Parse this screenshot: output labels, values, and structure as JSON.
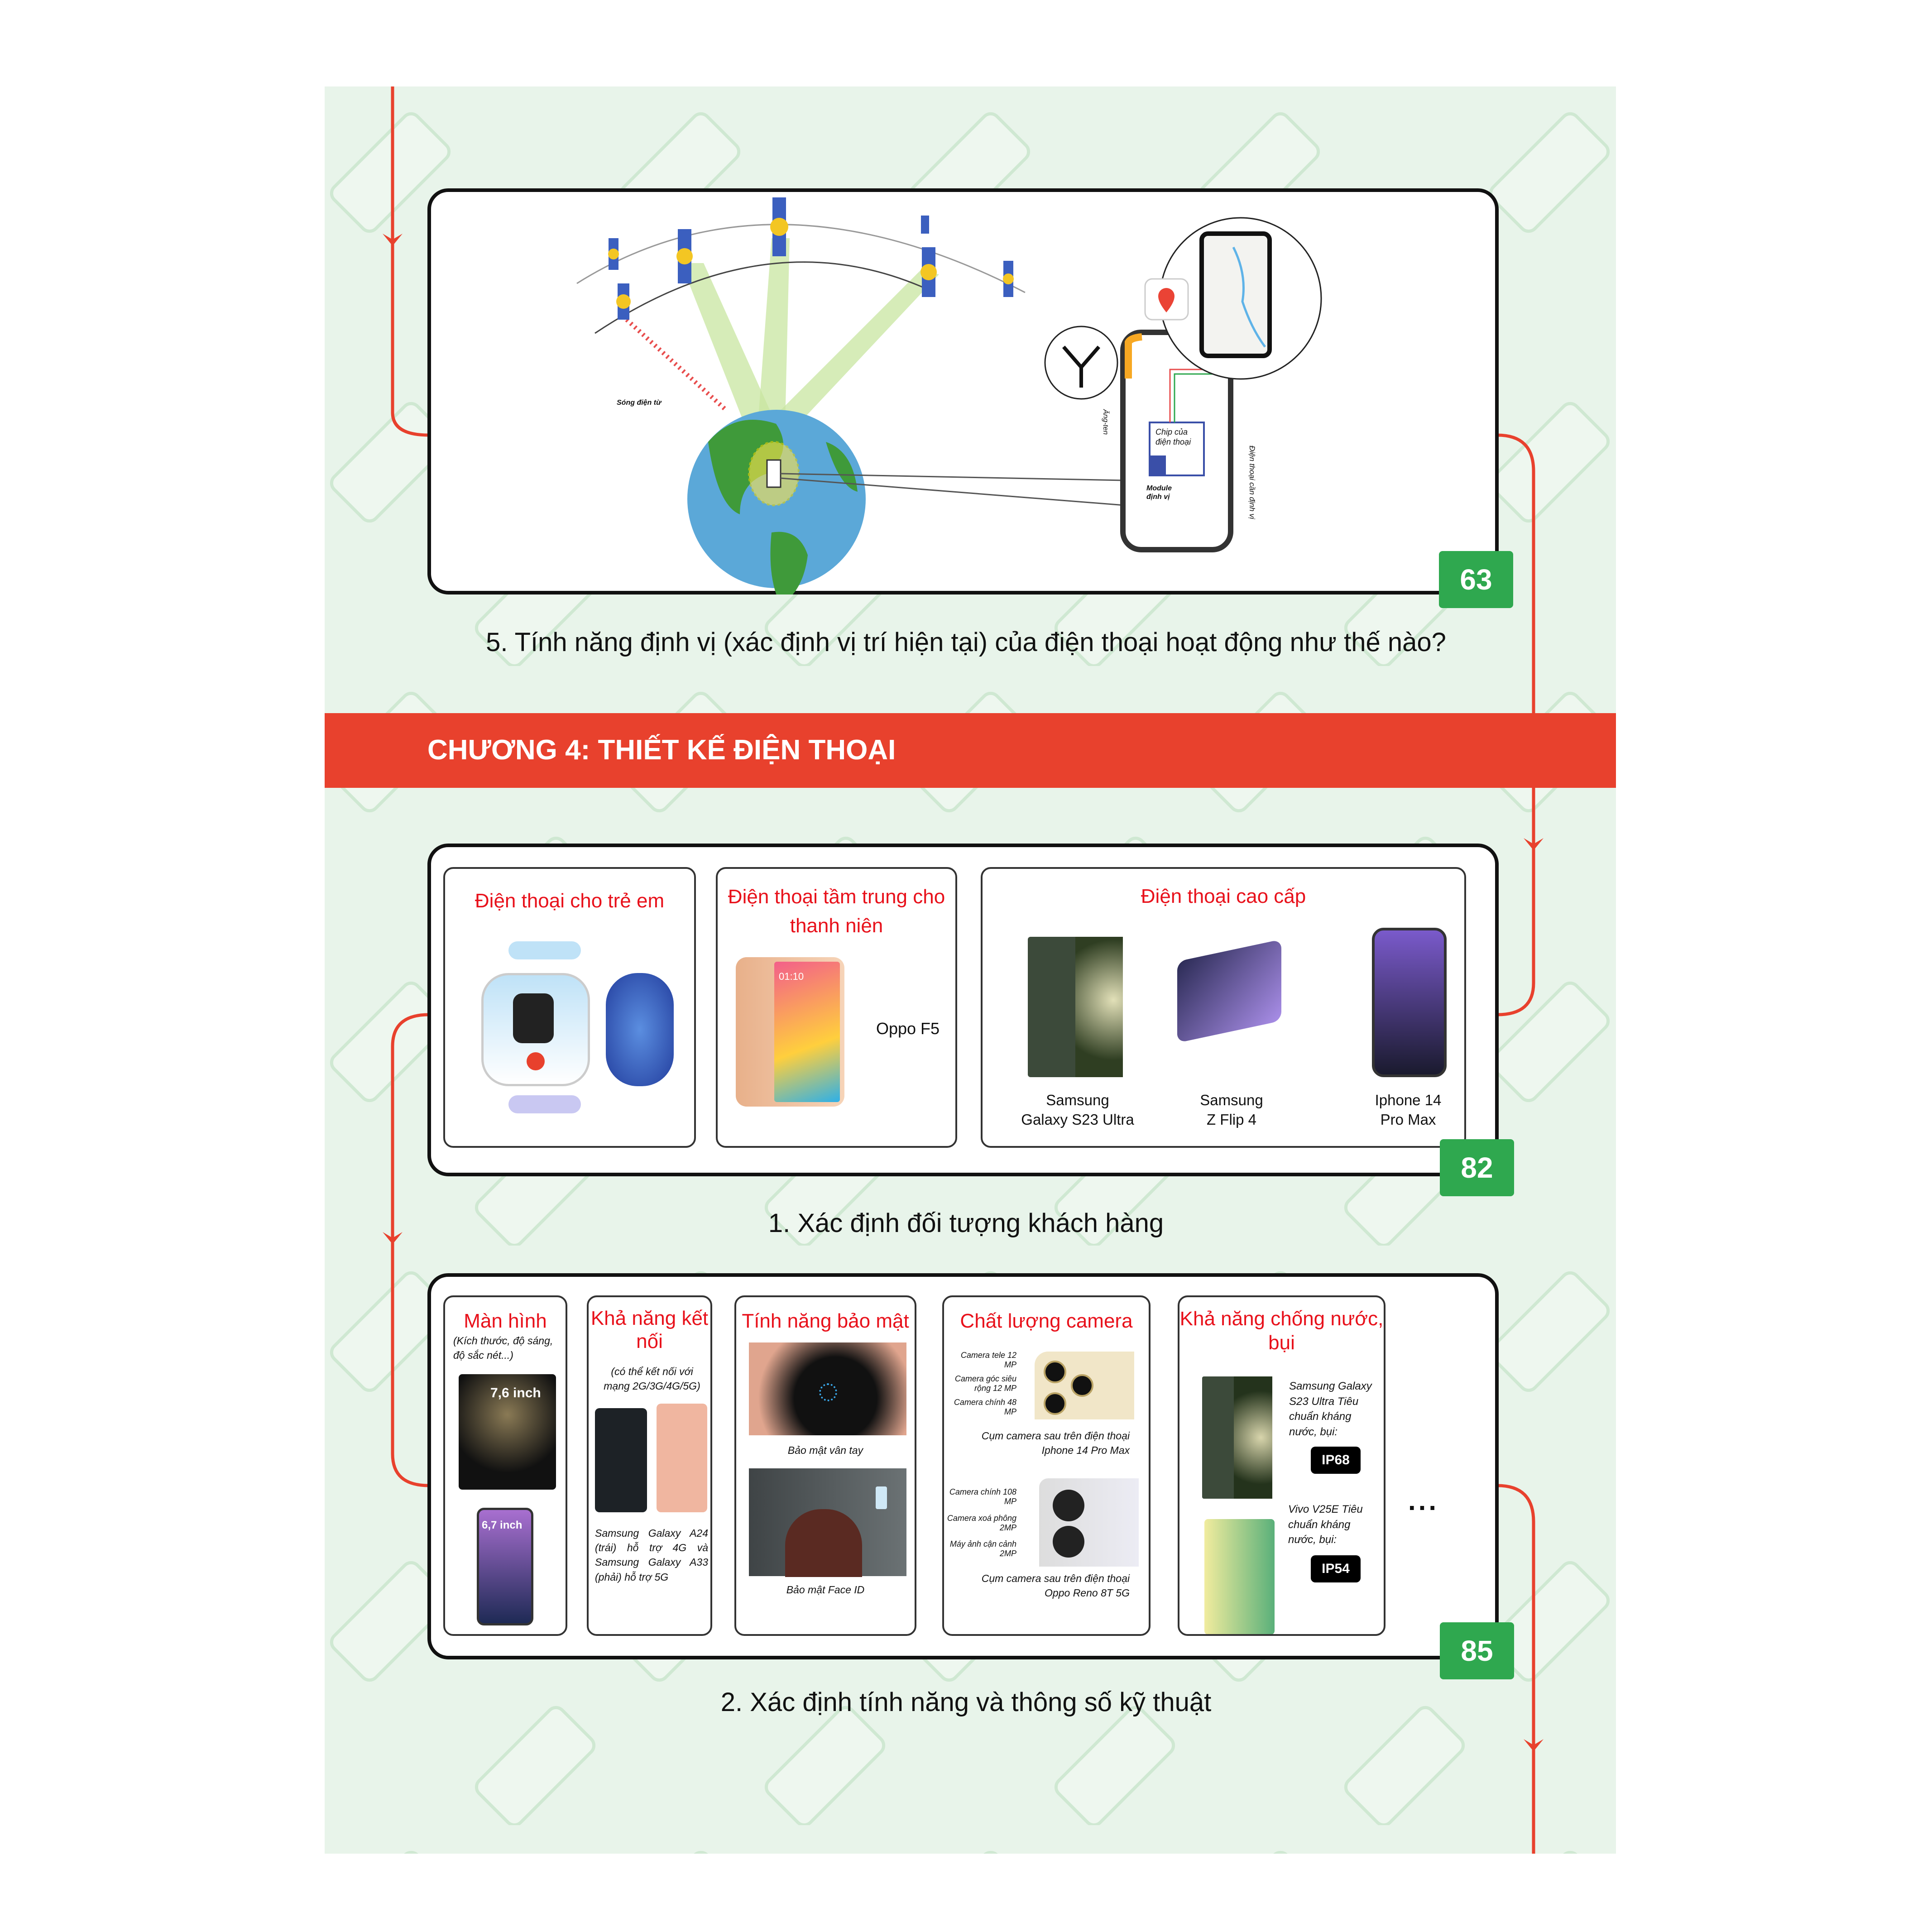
{
  "section1": {
    "badge": "63",
    "question": "5. Tính năng định vị (xác định vị trí hiện tại) của điện thoại hoạt động như thế nào?",
    "diagram": {
      "wave_label": "Sóng điện từ",
      "antenna_label": "Ăng-ten",
      "chip_label": "Chip của điện thoại",
      "module_label": "Module định vị",
      "phone_label": "Điện thoại cần định vị"
    }
  },
  "chapter_banner": "CHƯƠNG 4: THIẾT KẾ ĐIỆN THOẠI",
  "section2": {
    "badge": "82",
    "caption": "1. Xác định đối tượng khách hàng",
    "panels": [
      {
        "title": "Điện thoại cho trẻ em"
      },
      {
        "title": "Điện thoại tầm trung cho thanh niên",
        "phone": "Oppo F5",
        "screen_time": "01:10"
      },
      {
        "title": "Điện thoại cao cấp",
        "phones": [
          {
            "line1": "Samsung",
            "line2": "Galaxy S23 Ultra"
          },
          {
            "line1": "Samsung",
            "line2": "Z Flip 4"
          },
          {
            "line1": "Iphone 14",
            "line2": "Pro Max"
          }
        ]
      }
    ]
  },
  "section3": {
    "badge": "85",
    "caption": "2. Xác định tính năng và thông số kỹ thuật",
    "more": "...",
    "screen": {
      "title": "Màn hình",
      "note": "(Kích thước, độ sáng, độ sắc nét...)",
      "size1": "7,6 inch",
      "size2": "6,7 inch"
    },
    "connect": {
      "title": "Khả năng kết nối",
      "note": "(có thể kết nối với mạng 2G/3G/4G/5G)",
      "desc": "Samsung Galaxy A24 (trái) hỗ trợ 4G và Samsung Galaxy A33 (phải) hỗ trợ 5G"
    },
    "security": {
      "title": "Tính năng bảo mật",
      "fingerprint": "Bảo mật vân tay",
      "faceid": "Bảo mật Face ID"
    },
    "camera": {
      "title": "Chất lượng camera",
      "iphone_labels": [
        "Camera tele 12 MP",
        "Camera góc siêu rộng 12 MP",
        "Camera chính 48 MP"
      ],
      "iphone_caption": "Cụm camera sau trên điện thoại Iphone 14 Pro Max",
      "oppo_labels": [
        "Camera chính 108 MP",
        "Camera xoá phông 2MP",
        "Máy ảnh cận cảnh 2MP"
      ],
      "oppo_caption": "Cụm camera sau trên điện thoại Oppo Reno 8T 5G"
    },
    "water": {
      "title": "Khả năng chống nước, bụi",
      "items": [
        {
          "desc": "Samsung Galaxy S23 Ultra Tiêu chuẩn kháng nước, bụi:",
          "rating": "IP68"
        },
        {
          "desc": "Vivo V25E Tiêu chuẩn kháng nước, bụi:",
          "rating": "IP54"
        }
      ]
    }
  },
  "colors": {
    "accent_red": "#e8412d",
    "badge_green": "#2fa84f",
    "background": "#e8f4ea"
  }
}
